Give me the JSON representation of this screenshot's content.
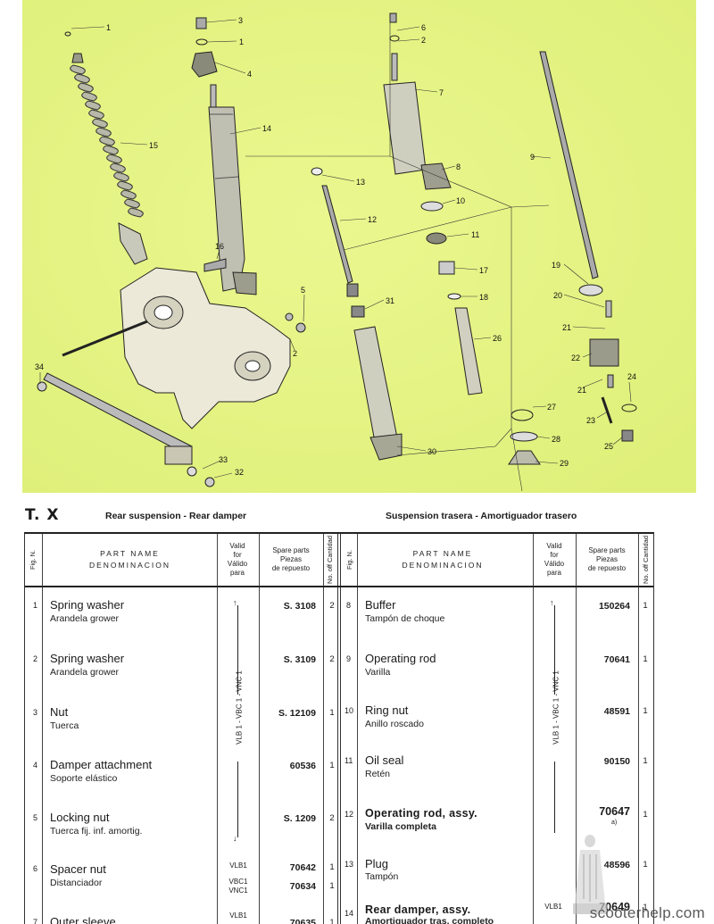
{
  "illustration": {
    "callouts": [
      "1",
      "3",
      "1",
      "4",
      "14",
      "15",
      "16",
      "5",
      "2",
      "6",
      "2",
      "7",
      "8",
      "10",
      "11",
      "9",
      "13",
      "12",
      "17",
      "18",
      "31",
      "26",
      "19",
      "20",
      "21",
      "22",
      "21",
      "23",
      "24",
      "25",
      "27",
      "28",
      "29",
      "30",
      "34",
      "33",
      "32"
    ]
  },
  "header": {
    "code": "T. X",
    "title_en": "Rear suspension - Rear damper",
    "title_es": "Suspension trasera - Amortiguador trasero"
  },
  "columns": {
    "fig": "Fig. N.",
    "part_name_1": "PART NAME",
    "part_name_2": "DENOMINACION",
    "valid_1": "Valid",
    "valid_2": "for",
    "valid_3": "Válido",
    "valid_4": "para",
    "spare_1": "Spare parts",
    "spare_2": "Piezas",
    "spare_3": "de repuesto",
    "qty": "No. off Cantidad"
  },
  "valid_range": "VLB 1 - VBC 1 - VNC 1",
  "rows_left": [
    {
      "fig": "1",
      "name": "Spring washer",
      "desc": "Arandela grower",
      "part": "S. 3108",
      "qty": "2"
    },
    {
      "fig": "2",
      "name": "Spring washer",
      "desc": "Arandela grower",
      "part": "S. 3109",
      "qty": "2"
    },
    {
      "fig": "3",
      "name": "Nut",
      "desc": "Tuerca",
      "part": "S. 12109",
      "qty": "1"
    },
    {
      "fig": "4",
      "name": "Damper attachment",
      "desc": "Soporte elástico",
      "part": "60536",
      "qty": "1"
    },
    {
      "fig": "5",
      "name": "Locking nut",
      "desc": "Tuerca fij. inf. amortig.",
      "part": "S. 1209",
      "qty": "2"
    },
    {
      "fig": "6",
      "name": "Spacer nut",
      "desc": "Distanciador",
      "valid_a": "VLB1",
      "part_a": "70642",
      "qty_a": "1",
      "valid_b": "VBC1",
      "valid_c": "VNC1",
      "part_b": "70634",
      "qty_b": "1"
    },
    {
      "fig": "7",
      "name": "Outer sleeve",
      "valid": "VLB1",
      "part": "70635",
      "qty": "1"
    }
  ],
  "rows_right": [
    {
      "fig": "8",
      "name": "Buffer",
      "desc": "Tampón de choque",
      "part": "150264",
      "qty": "1"
    },
    {
      "fig": "9",
      "name": "Operating rod",
      "desc": "Varilla",
      "part": "70641",
      "qty": "1"
    },
    {
      "fig": "10",
      "name": "Ring nut",
      "desc": "Anillo roscado",
      "part": "48591",
      "qty": "1"
    },
    {
      "fig": "11",
      "name": "Oil seal",
      "desc": "Retén",
      "part": "90150",
      "qty": "1"
    },
    {
      "fig": "12",
      "name": "Operating rod, assy.",
      "desc": "Varilla completa",
      "part": "70647",
      "note": "a)",
      "qty": "1"
    },
    {
      "fig": "13",
      "name": "Plug",
      "desc": "Tampón",
      "part": "48596",
      "qty": "1"
    },
    {
      "fig": "14",
      "name": "Rear damper, assy.",
      "desc": "Amortiguador tras. completo",
      "valid": "VLB1",
      "part": "70649",
      "qty": "1"
    }
  ],
  "watermark": "scooterhelp.com",
  "colors": {
    "background": "#e8f58a",
    "ink": "#1a1a1a"
  }
}
